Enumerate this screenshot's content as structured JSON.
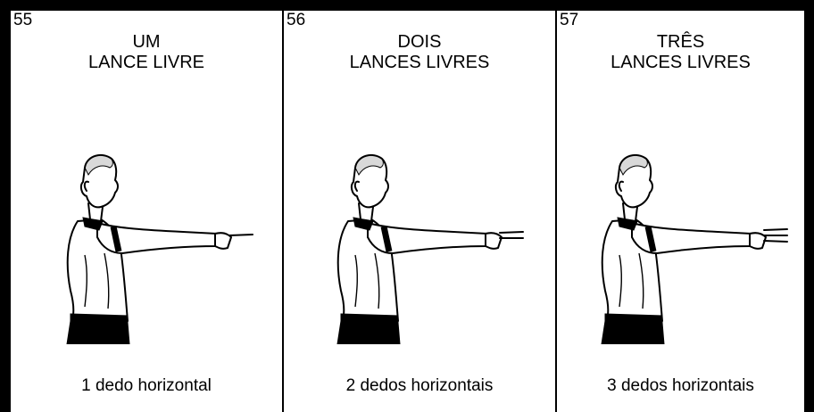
{
  "panels": [
    {
      "number": "55",
      "title_line1": "UM",
      "title_line2": "LANCE LIVRE",
      "caption": "1 dedo horizontal",
      "fingers": 1
    },
    {
      "number": "56",
      "title_line1": "DOIS",
      "title_line2": "LANCES LIVRES",
      "caption": "2 dedos horizontais",
      "fingers": 2
    },
    {
      "number": "57",
      "title_line1": "TRÊS",
      "title_line2": "LANCES LIVRES",
      "caption": "3 dedos horizontais",
      "fingers": 3
    }
  ],
  "colors": {
    "ink": "#000000",
    "paper": "#ffffff",
    "shadow": "#d9d9d9"
  }
}
